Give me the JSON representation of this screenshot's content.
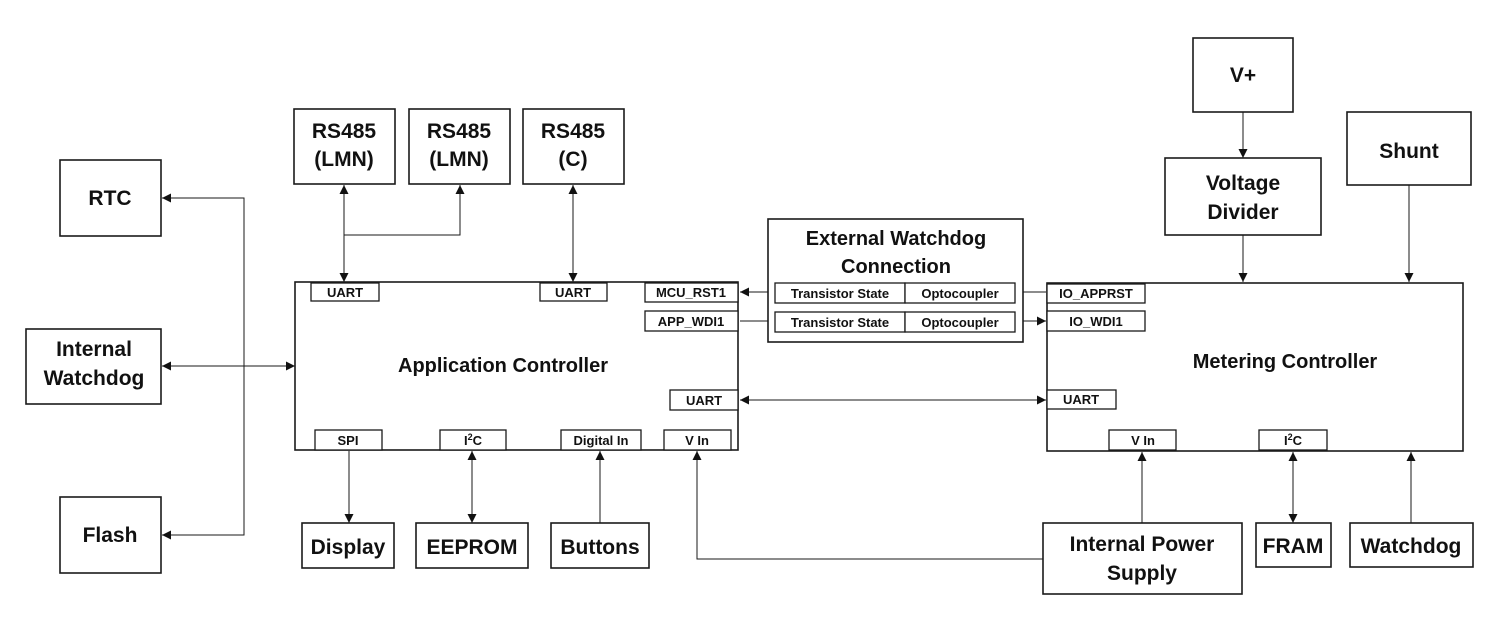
{
  "blocks": {
    "rtc": "RTC",
    "internal_watchdog": [
      "Internal",
      "Watchdog"
    ],
    "flash": "Flash",
    "rs485_lmn_1": [
      "RS485",
      "(LMN)"
    ],
    "rs485_lmn_2": [
      "RS485",
      "(LMN)"
    ],
    "rs485_c": [
      "RS485",
      "(C)"
    ],
    "app_controller": "Application Controller",
    "ext_watchdog": [
      "External Watchdog",
      "Connection"
    ],
    "metering_controller": "Metering Controller",
    "v_plus": "V+",
    "voltage_divider": [
      "Voltage",
      "Divider"
    ],
    "shunt": "Shunt",
    "display": "Display",
    "eeprom": "EEPROM",
    "buttons": "Buttons",
    "internal_power_supply": [
      "Internal Power",
      "Supply"
    ],
    "fram": "FRAM",
    "watchdog": "Watchdog"
  },
  "pins": {
    "app_uart_1": "UART",
    "app_uart_2": "UART",
    "mcu_rst1": "MCU_RST1",
    "app_wdi1": "APP_WDI1",
    "app_uart_3": "UART",
    "spi": "SPI",
    "i2c_app": "I",
    "i2c_app_sup": "2",
    "i2c_app_end": "C",
    "digital_in": "Digital In",
    "v_in_app": "V In",
    "transistor_state_1": "Transistor State",
    "optocoupler_1": "Optocoupler",
    "transistor_state_2": "Transistor State",
    "optocoupler_2": "Optocoupler",
    "io_apprst": "IO_APPRST",
    "io_wdi1": "IO_WDI1",
    "meter_uart": "UART",
    "v_in_meter": "V In",
    "i2c_meter": "I",
    "i2c_meter_sup": "2",
    "i2c_meter_end": "C"
  }
}
